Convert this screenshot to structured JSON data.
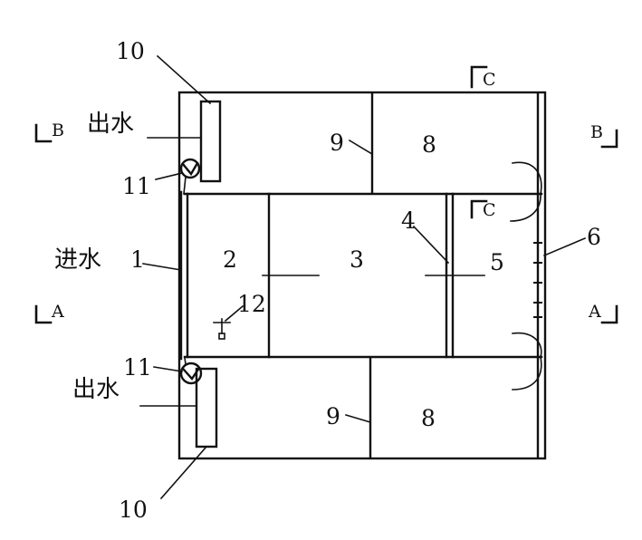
{
  "labels": {
    "inlet": "进水",
    "outlet_top": "出水",
    "outlet_bottom": "出水",
    "n1": "1",
    "n2": "2",
    "n3": "3",
    "n4": "4",
    "n5": "5",
    "n6": "6",
    "n8_top": "8",
    "n8_bottom": "8",
    "n9_top": "9",
    "n9_bottom": "9",
    "n10_top": "10",
    "n10_bottom": "10",
    "n11_top": "11",
    "n11_bottom": "11",
    "n12": "12"
  },
  "sections": {
    "A_left": "A",
    "A_right": "A",
    "B_left": "B",
    "B_right": "B",
    "C_top": "C",
    "C_mid": "C"
  }
}
